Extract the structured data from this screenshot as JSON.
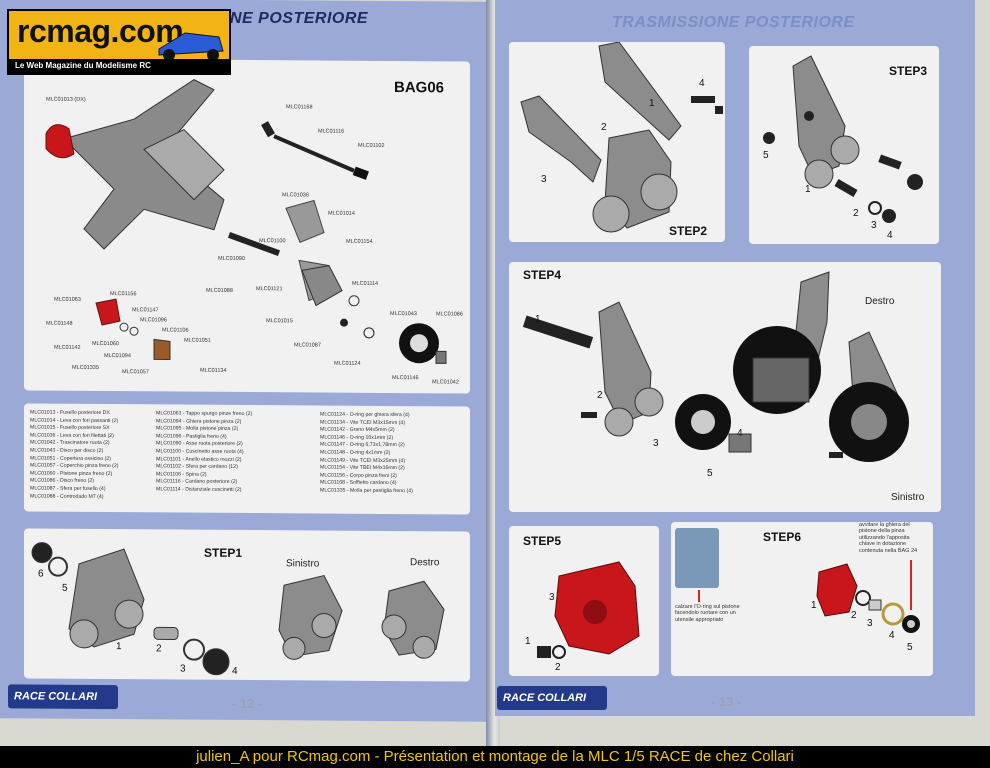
{
  "logo": {
    "site": "rcmag.com",
    "tagline": "Le Web Magazine du Modelisme RC"
  },
  "left_page": {
    "header": "NE POSTERIORE",
    "bag_label": "BAG06",
    "callouts": [
      "MLC01013 (DX)",
      "MLC01168",
      "MLC01116",
      "MLC01102",
      "MLC01036",
      "MLC01014",
      "MLC01100",
      "MLC01154",
      "MLC01090",
      "MLC01088",
      "MLC01121",
      "MLC01114",
      "MLC01015",
      "MLC01043",
      "MLC01086",
      "MLC01087",
      "MLC01124",
      "MLC01146",
      "MLC01042",
      "MLC01063",
      "MLC01156",
      "MLC01147",
      "MLC01148",
      "MLC01096",
      "MLC01106",
      "MLC01142",
      "MLC01060",
      "MLC01051",
      "MLC01094",
      "MLC01335",
      "MLC01057",
      "MLC01134"
    ],
    "parts_col1": "MLC01013 - Fusello posteriore DX\nMLC01014 - Leva con fori passanti (2)\nMLC01015 - Fusello posteriore SX\nMLC01036 - Leva con fori filettati (2)\nMLC01042 - Trascinatore ruota (2)\nMLC01043 - Disco per disco (2)\nMLC01051 - Copertura ossicino (2)\nMLC01057 - Coperchio pinza freno (2)\nMLC01060 - Pistone pinza freno (2)\nMLC01086 - Disco freno (2)\nMLC01087 - Sfera per fusello (4)\nMLC01088 - Controdado M7 (4)",
    "parts_col2": "MLC01063 - Tappo spurgo pinze freno (2)\nMLC01094 - Ghiera pistone pinza (2)\nMLC01095 - Molla pistone pinza (2)\nMLC01096 - Pastiglia freno (4)\nMLC01090 - Asse ruota posteriore (2)\nMLC01100 - Cuscinetto asse ruota (4)\nMLC01101 - Anello elastico mozzi (2)\nMLC01102 - Sfera per cardano (12)\nMLC01106 - Spina (2)\nMLC01116 - Cardano posteriore (2)\nMLC01114 - Distanziale cuscinetti (2)",
    "parts_col3": "MLC01124 - O-ring per ghiera sfera (4)\nMLC01134 - Vite TCEI M3x15mm (4)\nMLC01142 - Grano M4x5mm (2)\nMLC01146 - O-ring 10x1mm (2)\nMLC01147 - O-ring 6,73x1,78mm (2)\nMLC01148 - O-ring 4x1mm (2)\nMLC01149 - Vite TCEI M3x25mm (4)\nMLC01154 - Vite TBEI M4x16mm (2)\nMLC01156 - Corpo pinza freni (2)\nMLC01168 - Soffietto cardano (4)\nMLC01335 - Molla per pastiglia freno (4)",
    "step1": {
      "label": "STEP1",
      "left_label": "Sinistro",
      "right_label": "Destro",
      "nums": [
        "6",
        "5",
        "1",
        "2",
        "3",
        "4"
      ]
    },
    "page_number": "- 12 -",
    "brand": "RACE COLLARI"
  },
  "right_page": {
    "header": "TRASMISSIONE POSTERIORE",
    "step2": {
      "label": "STEP2",
      "nums": [
        "1",
        "2",
        "3",
        "4"
      ]
    },
    "step3": {
      "label": "STEP3",
      "nums": [
        "1",
        "2",
        "3",
        "4",
        "5"
      ]
    },
    "step4": {
      "label": "STEP4",
      "right_label": "Destro",
      "left_label": "Sinistro",
      "nums": [
        "1",
        "2",
        "3",
        "4",
        "5"
      ]
    },
    "step5": {
      "label": "STEP5",
      "nums": [
        "1",
        "2",
        "3"
      ]
    },
    "step6": {
      "label": "STEP6",
      "note_top": "avvitare la ghiera del\npistone della pinza\nutilizzando l'apposita\nchiave in dotazione\ncontenuta nella BAG 24",
      "note_bottom": "calzare l'O-ring sul pistone\nfacendolo ruotare con un\nutensile appropriato",
      "nums": [
        "1",
        "2",
        "3",
        "4",
        "5"
      ]
    },
    "page_number": "- 13 -",
    "brand": "RACE COLLARI"
  },
  "caption": "julien_A pour RCmag.com - Présentation et montage de la MLC 1/5 RACE de chez Collari",
  "colors": {
    "page_blue": "#9aa9d6",
    "panel": "#f1f1f1",
    "logo_yellow": "#f2b315",
    "caption_yellow": "#f1c40f",
    "part_red": "#c8161b"
  }
}
